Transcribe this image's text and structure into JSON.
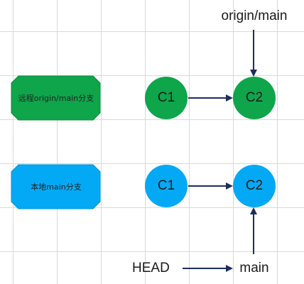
{
  "diagram": {
    "remote": {
      "branch_label": "远程origin/main分支",
      "commits": [
        "C1",
        "C2"
      ],
      "pointer_label": "origin/main",
      "color": "#0ea54b"
    },
    "local": {
      "branch_label": "本地main分支",
      "commits": [
        "C1",
        "C2"
      ],
      "pointer_label": "main",
      "head_label": "HEAD",
      "color": "#03a9f4"
    },
    "arrow_color": "#1b2e5e",
    "grid_color": "#d9d9d9"
  }
}
